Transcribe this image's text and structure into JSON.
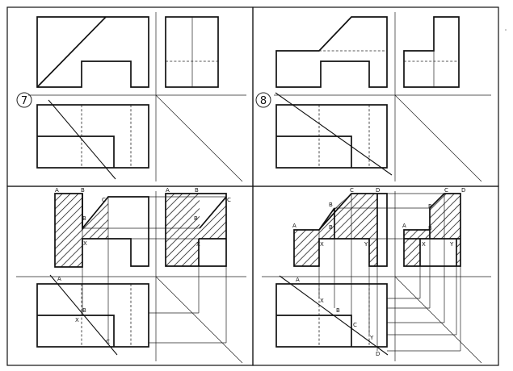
{
  "problems": {
    "p7": {
      "number": "7"
    },
    "p8": {
      "number": "8"
    }
  },
  "labels": {
    "A": "A",
    "B": "B",
    "C": "C",
    "D": "D",
    "X": "X",
    "Y": "Y"
  }
}
